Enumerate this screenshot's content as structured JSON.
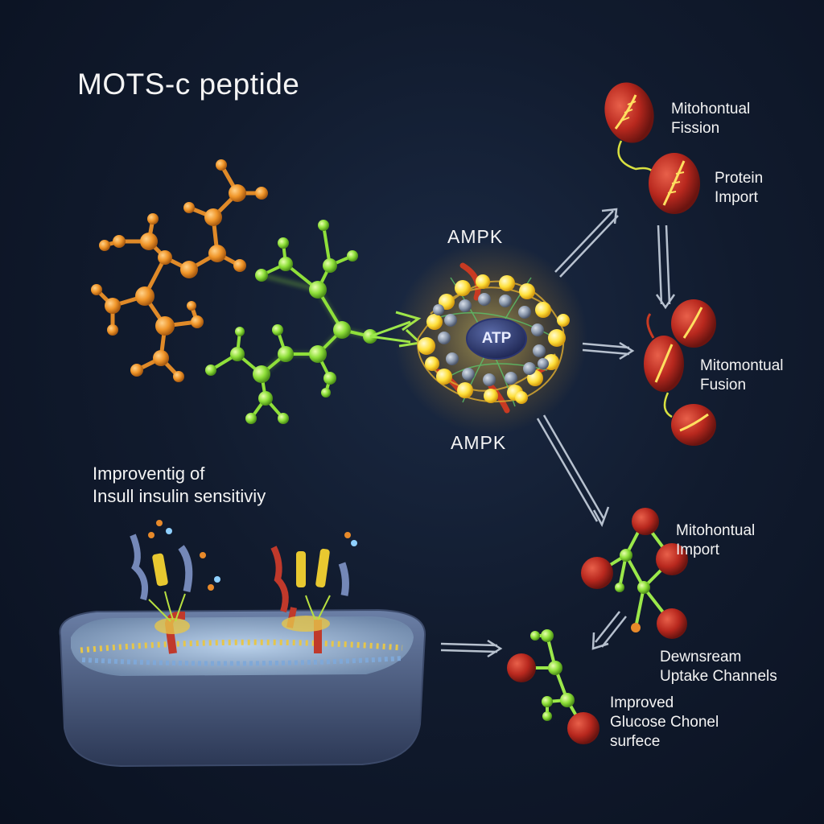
{
  "title": "MOTS-c peptide",
  "ampk_top": "AMPK",
  "ampk_bottom": "AMPK",
  "atp": "ATP",
  "insulin_label": [
    "Improventig of",
    "Insull insulin sensitiviy"
  ],
  "labels": {
    "fission": [
      "Mitohontual",
      "Fission"
    ],
    "protein_import": [
      "Protein",
      "Import"
    ],
    "fusion": [
      "Mitomontual",
      "Fusion"
    ],
    "mito_import": [
      "Mitohontual",
      "Import"
    ],
    "downstream": [
      "Dewnsream",
      "Uptake Channels"
    ],
    "glucose": [
      "Improved",
      "Glucose Chonel",
      "surfece"
    ]
  },
  "colors": {
    "peptide_orange": "#f0962a",
    "peptide_green": "#8fe03a",
    "ampk_glow": "#ffd83a",
    "mito_red": "#b8281e",
    "membrane_blue": "#5a6f95",
    "arrow": "#c9d3e0"
  }
}
